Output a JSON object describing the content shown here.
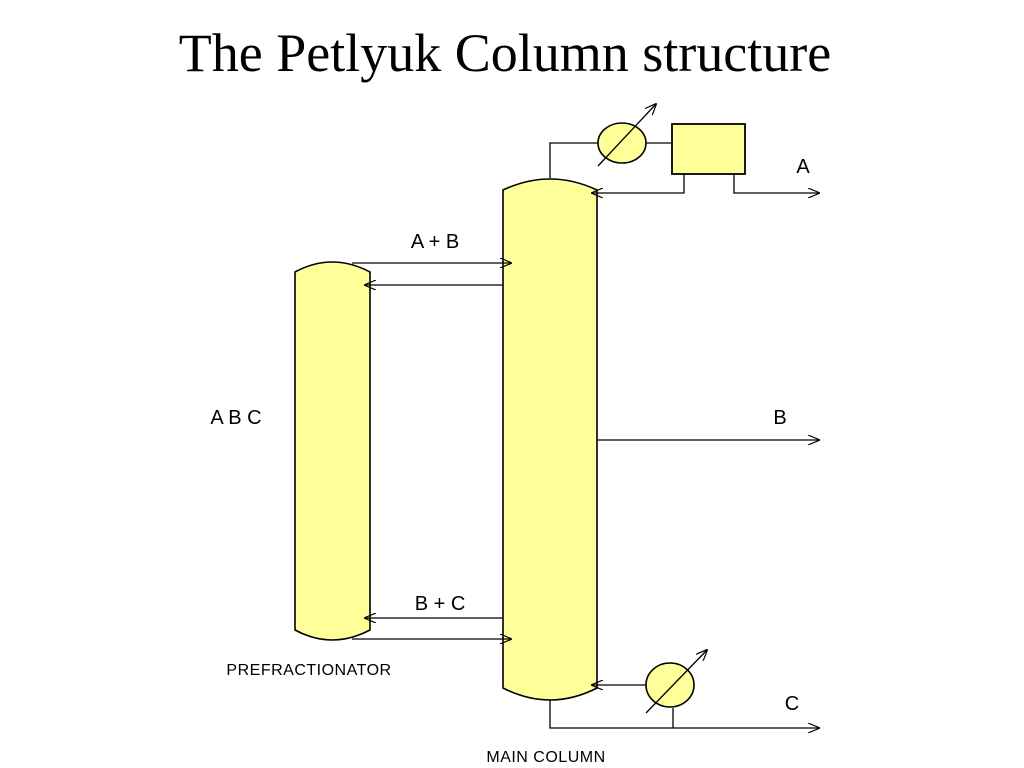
{
  "title": "The Petlyuk Column structure",
  "colors": {
    "vessel_fill": "#ffff99",
    "stroke": "#000000"
  },
  "labels": {
    "feed": "A B C",
    "upper_vapor": "A + B",
    "lower_liquid": "B + C",
    "distillate": "A",
    "side_draw": "B",
    "bottoms": "C",
    "prefractionator": "PREFRACTIONATOR",
    "main_column": "MAIN COLUMN"
  },
  "icons": {
    "condenser": "heat-exchanger-icon",
    "reflux_drum": "reflux-drum-icon",
    "reboiler": "heat-exchanger-icon"
  }
}
